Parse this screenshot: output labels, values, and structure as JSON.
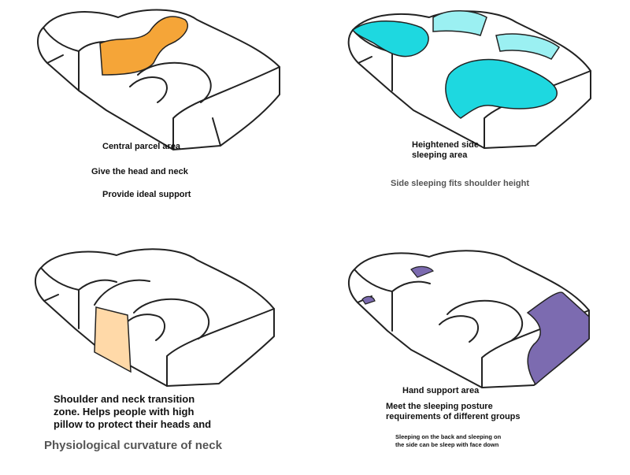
{
  "panels": [
    {
      "title": "Central parcel area",
      "line1": "Give the head and neck",
      "line2": "Provide ideal support",
      "highlight_color": "#F5A538"
    },
    {
      "title_line1": "Heightened side",
      "title_line2": "sleeping area",
      "line1": "Side sleeping fits shoulder height",
      "highlight_color": "#1ED8E0"
    },
    {
      "title_line1": "Shoulder and neck transition",
      "title_line2": "zone. Helps people with high",
      "title_line3": "pillow to protect their heads and",
      "line1": "Physiological curvature of neck",
      "highlight_color": "#FFD9A8"
    },
    {
      "title": "Hand support area",
      "line1": "Meet the sleeping posture",
      "line2": "requirements of different groups",
      "note_line1": "Sleeping on the back and sleeping on",
      "note_line2": "the side can be sleep with face down",
      "highlight_color": "#7C6BB0"
    }
  ]
}
